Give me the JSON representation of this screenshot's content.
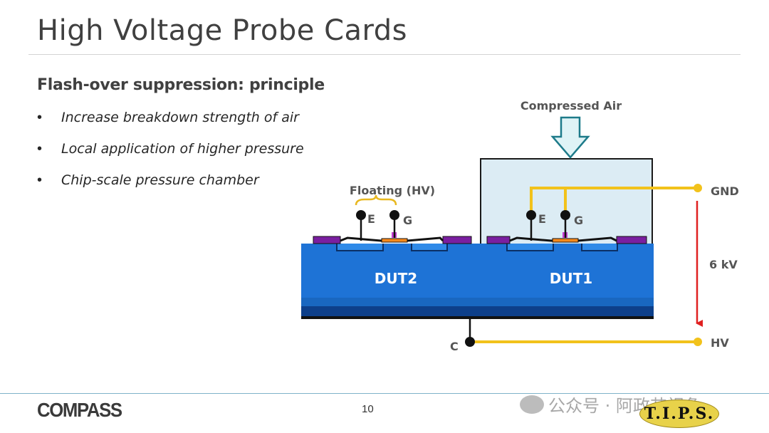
{
  "slide": {
    "title": "High Voltage Probe Cards",
    "subtitle": "Flash-over suppression: principle",
    "bullets": [
      "Increase breakdown strength of air",
      "Local application of higher pressure",
      "Chip-scale pressure chamber"
    ],
    "bullet_symbol": "•"
  },
  "diagram": {
    "compressed_air_label": "Compressed Air",
    "floating_label": "Floating (HV)",
    "dut2_label": "DUT2",
    "dut1_label": "DUT1",
    "emitter_label": "E",
    "gate_label": "G",
    "collector_label": "C",
    "gnd_label": "GND",
    "hv_label": "HV",
    "voltage_label": "6 kV",
    "colors": {
      "wire": "#f2c21b",
      "substrate": "#1e73d6",
      "arrow": "#e02020",
      "metal": "#7a1fa0",
      "chamber": "#dcecf4"
    }
  },
  "footer": {
    "logo_text": "COMPASS",
    "page_number": "10",
    "watermark_text": "公众号 · 阿政芯视角",
    "tips_logo_text": "T.I.P.S."
  }
}
